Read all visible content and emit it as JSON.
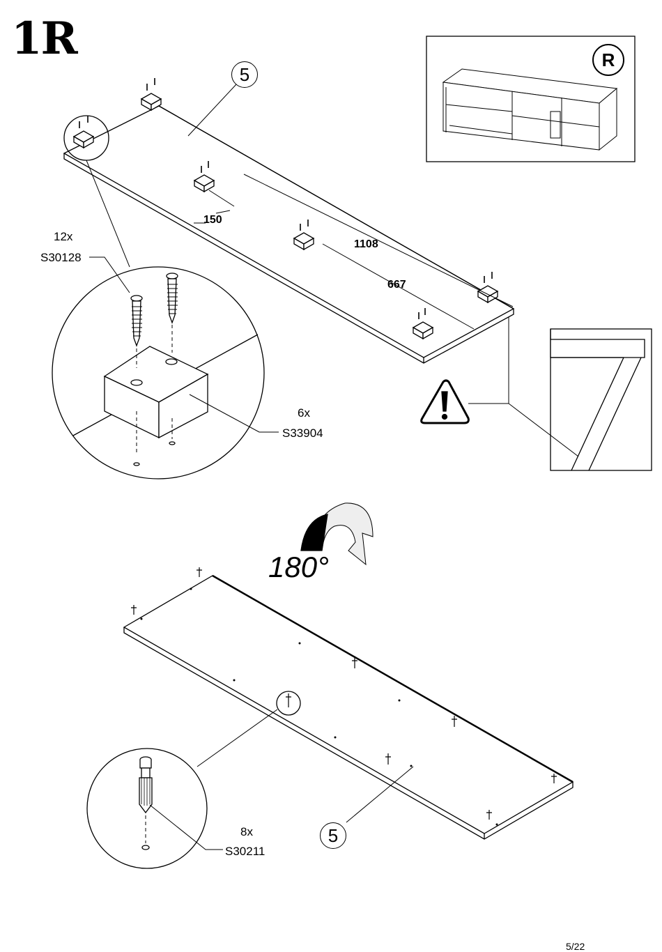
{
  "step": {
    "label": "1R"
  },
  "top_diagram": {
    "part_number": "5",
    "dimensions": {
      "a": "150",
      "b": "1108",
      "c": "667"
    },
    "screws": {
      "qty": "12x",
      "code": "S30128"
    },
    "blocks": {
      "qty": "6x",
      "code": "S33904"
    }
  },
  "overview": {
    "side_badge": "R"
  },
  "rotation": {
    "label": "180°"
  },
  "bottom_diagram": {
    "part_number": "5",
    "cams": {
      "qty": "8x",
      "code": "S30211"
    }
  },
  "footer": {
    "page": "5/22"
  }
}
